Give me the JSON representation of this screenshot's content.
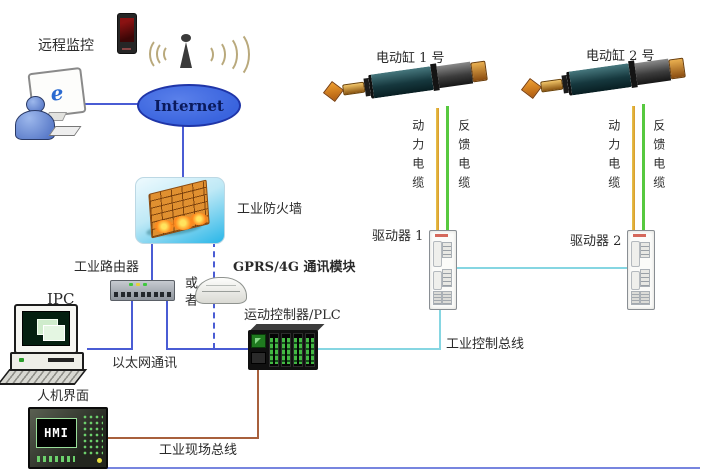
{
  "labels": {
    "remote_monitoring": "远程监控",
    "internet": "Internet",
    "firewall": "工业防火墙",
    "router": "工业路由器",
    "or_text": "或者",
    "gprs": "GPRS/4G 通讯模块",
    "ipc": "IPC",
    "ethernet": "以太网通讯",
    "plc": "运动控制器/PLC",
    "hmi_label": "人机界面",
    "hmi_screen": "HMI",
    "field_bus": "工业现场总线",
    "control_bus": "工业控制总线",
    "cylinder1": "电动缸 1 号",
    "cylinder2": "电动缸 2 号",
    "power_cable": "动力电缆",
    "feedback_cable": "反馈电缆",
    "driver1": "驱动器 1",
    "driver2": "驱动器 2"
  },
  "icons": {
    "browser_e": "e"
  },
  "colors": {
    "line-blue": "#4a5cd4",
    "line-cyan": "#86d6e2",
    "cable-yellow": "#e8c34c",
    "cable-green": "#57c93f",
    "line-brown": "#a8603c",
    "internet-fill": "#3a64de",
    "internet-border": "#1f35a8",
    "internet-text": "#0a1a5c",
    "arc-tan": "#b9a97c",
    "firewall-from": "#eefafe",
    "firewall-to": "#29b6e8",
    "wall-orange": "#e09030",
    "plc-green": "#44b944",
    "hmi-green": "#6cd06c",
    "text": "#2a2a2a"
  }
}
